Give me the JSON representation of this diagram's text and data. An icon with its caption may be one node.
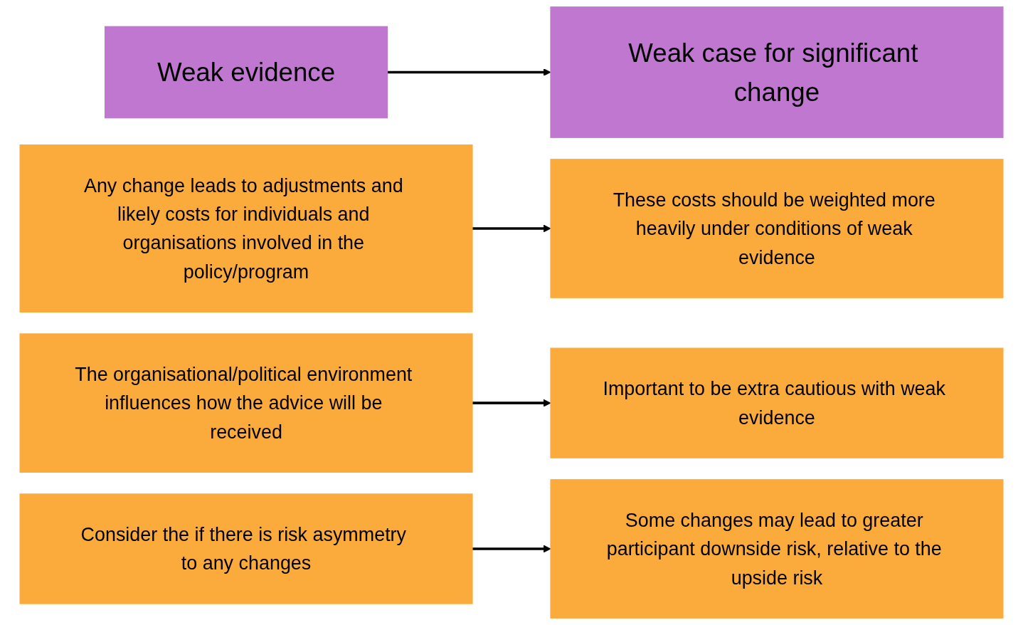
{
  "diagram": {
    "nodes": [
      {
        "text": [
          "Weak evidence"
        ]
      },
      {
        "text": [
          "Weak case for significant change"
        ]
      },
      {
        "text": [
          "Any change leads to adjustments and likely costs for individuals and organisations involved in the policy/program"
        ]
      },
      {
        "text": [
          "These costs should be weighted more heavily under conditions of weak evidence"
        ]
      },
      {
        "text": [
          "The organisational/political environment influences how the advice will be received"
        ]
      },
      {
        "text": [
          "Important to be extra cautious with weak evidence"
        ]
      },
      {
        "text": [
          "Consider the if there is risk asymmetry to any changes"
        ]
      },
      {
        "text": [
          "Some changes may lead to greater participant downside risk, relative to the upside risk"
        ]
      }
    ],
    "edges": [
      {
        "from": 0,
        "to": 1,
        "arrow": "to"
      },
      {
        "from": 2,
        "to": 3,
        "arrow": "to"
      },
      {
        "from": 4,
        "to": 5,
        "arrow": "to"
      },
      {
        "from": 6,
        "to": 7,
        "arrow": "to"
      }
    ]
  }
}
